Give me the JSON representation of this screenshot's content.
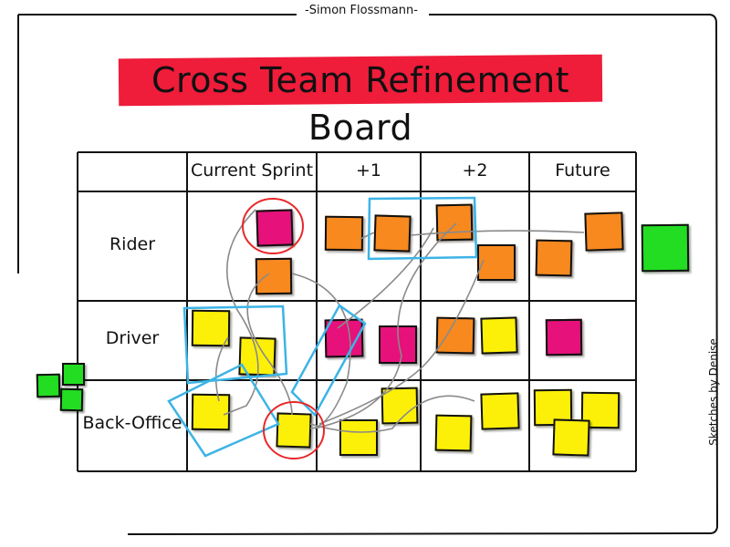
{
  "author": "-Simon Flossmann-",
  "credit": "Sketches by Denise",
  "title": "Cross Team Refinement Board",
  "columns": [
    "Current Sprint",
    "+1",
    "+2",
    "Future"
  ],
  "rows": [
    "Rider",
    "Driver",
    "Back-Office"
  ],
  "colors": {
    "title_bg": "#ef1c3a",
    "pink": "#e6117a",
    "orange": "#f7891f",
    "yellow": "#fdf008",
    "green": "#22dd22",
    "blue": "#3cb4e6",
    "red": "#e8282b",
    "gray": "#8a8a8a"
  },
  "notes": [
    {
      "row": "Rider",
      "column": "Current Sprint",
      "color": "pink",
      "circled": true
    },
    {
      "row": "Rider",
      "column": "Current Sprint",
      "color": "orange"
    },
    {
      "row": "Rider",
      "column": "+1",
      "color": "orange"
    },
    {
      "row": "Rider",
      "column": "+1",
      "color": "orange"
    },
    {
      "row": "Rider",
      "column": "+2",
      "color": "orange"
    },
    {
      "row": "Rider",
      "column": "+2",
      "color": "orange"
    },
    {
      "row": "Rider",
      "column": "Future",
      "color": "orange"
    },
    {
      "row": "Rider",
      "column": "Future",
      "color": "orange"
    },
    {
      "row": "Rider",
      "column": "outside",
      "color": "green"
    },
    {
      "row": "Driver",
      "column": "Current Sprint",
      "color": "yellow"
    },
    {
      "row": "Driver",
      "column": "Current Sprint",
      "color": "yellow"
    },
    {
      "row": "Driver",
      "column": "+1",
      "color": "pink"
    },
    {
      "row": "Driver",
      "column": "+1",
      "color": "pink"
    },
    {
      "row": "Driver",
      "column": "+2",
      "color": "orange"
    },
    {
      "row": "Driver",
      "column": "+2",
      "color": "yellow"
    },
    {
      "row": "Driver",
      "column": "Future",
      "color": "pink"
    },
    {
      "row": "Back-Office",
      "column": "Current Sprint",
      "color": "yellow"
    },
    {
      "row": "Back-Office",
      "column": "Current Sprint",
      "color": "yellow",
      "circled": true
    },
    {
      "row": "Back-Office",
      "column": "+1",
      "color": "yellow"
    },
    {
      "row": "Back-Office",
      "column": "+1",
      "color": "yellow"
    },
    {
      "row": "Back-Office",
      "column": "+2",
      "color": "yellow"
    },
    {
      "row": "Back-Office",
      "column": "+2",
      "color": "yellow"
    },
    {
      "row": "Back-Office",
      "column": "Future",
      "color": "yellow"
    },
    {
      "row": "Back-Office",
      "column": "Future",
      "color": "yellow"
    },
    {
      "row": "Back-Office",
      "column": "Future",
      "color": "yellow"
    },
    {
      "row": "outside-left",
      "column": "outside",
      "color": "green"
    },
    {
      "row": "outside-left",
      "column": "outside",
      "color": "green"
    },
    {
      "row": "outside-left",
      "column": "outside",
      "color": "green"
    }
  ]
}
